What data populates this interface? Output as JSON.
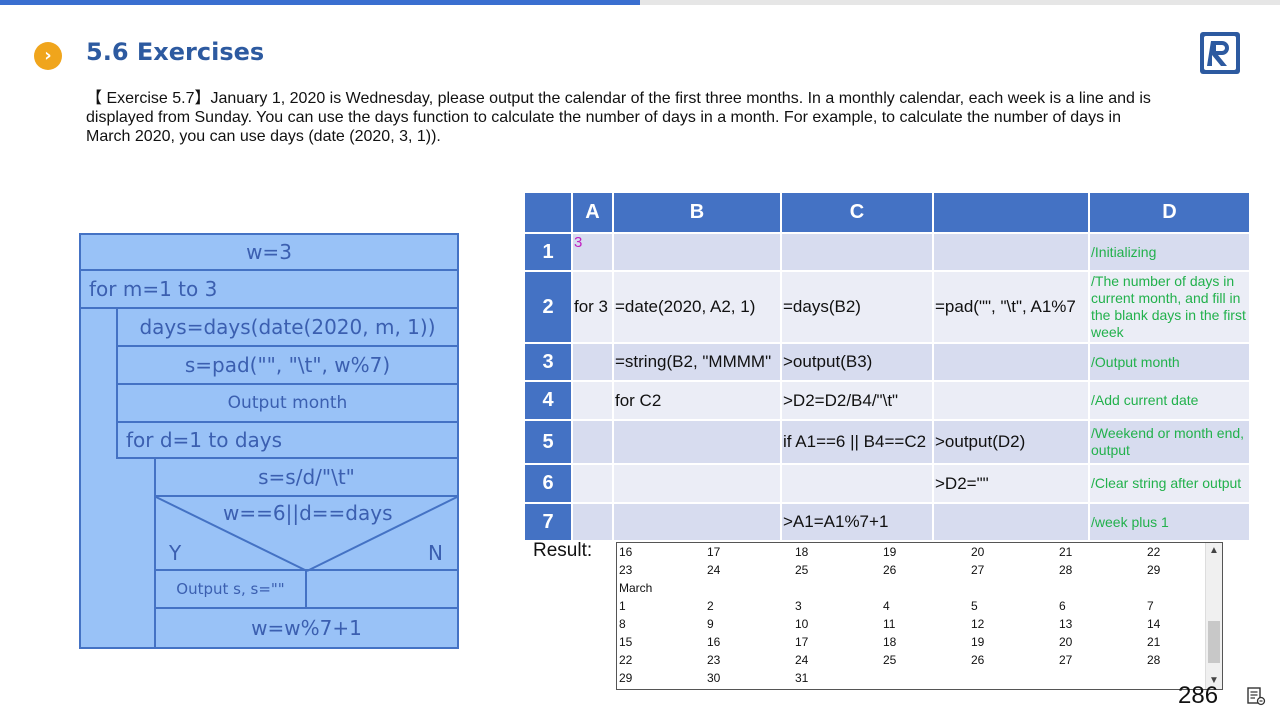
{
  "header": {
    "title": "5.6 Exercises",
    "progress_fraction": 0.5,
    "chevron": "›",
    "accent_color": "#f0a51c",
    "logo_letter": "R"
  },
  "intro": "【 Exercise 5.7】January 1, 2020 is Wednesday, please output the calendar of the first three months. In a monthly calendar, each week is a line and is displayed from Sunday. You can use the days function to calculate the number of days in a month. For example, to calculate the number of days in March 2020, you can use days (date (2020,  3, 1)).",
  "flowchart": {
    "w_init": "w=3",
    "for_m": "for m=1 to 3",
    "days": "days=days(date(2020,  m, 1))",
    "pad": "s=pad(\"\", \"\\t\", w%7)",
    "output_month": "Output month",
    "for_d": "for d=1 to days",
    "s_append": "s=s/d/\"\\t\"",
    "condition": "w==6||d==days",
    "yes": "Y",
    "no": "N",
    "output_s": "Output s, s=\"\"",
    "w_next": "w=w%7+1"
  },
  "sheet": {
    "columns": [
      "A",
      "B",
      "C",
      "",
      "D"
    ],
    "rows": [
      {
        "n": "1",
        "A": "3",
        "B": "",
        "C": "",
        "X": "",
        "D": "/Initializing"
      },
      {
        "n": "2",
        "A": "for 3",
        "B": "=date(2020, A2, 1)",
        "C": "=days(B2)",
        "X": "=pad(\"\", \"\\t\", A1%7",
        "D": "/The number of days in current month, and fill in the blank days in the first week"
      },
      {
        "n": "3",
        "A": "",
        "B": "=string(B2, \"MMMM\"",
        "C": ">output(B3)",
        "X": "",
        "D": "/Output month"
      },
      {
        "n": "4",
        "A": "",
        "B": "for C2",
        "C": ">D2=D2/B4/\"\\t\"",
        "X": "",
        "D": "/Add current date"
      },
      {
        "n": "5",
        "A": "",
        "B": "",
        "C": "if A1==6 || B4==C2",
        "X": ">output(D2)",
        "D": "/Weekend or month end, output"
      },
      {
        "n": "6",
        "A": "",
        "B": "",
        "C": "",
        "X": ">D2=\"\"",
        "D": "/Clear string after output"
      },
      {
        "n": "7",
        "A": "",
        "B": "",
        "C": ">A1=A1%7+1",
        "X": "",
        "D": "/week plus 1"
      }
    ]
  },
  "result": {
    "label": "Result:",
    "lines": [
      [
        "16",
        "17",
        "18",
        "19",
        "20",
        "21",
        "22"
      ],
      [
        "23",
        "24",
        "25",
        "26",
        "27",
        "28",
        "29"
      ],
      [
        "March"
      ],
      [
        "1",
        "2",
        "3",
        "4",
        "5",
        "6",
        "7"
      ],
      [
        "8",
        "9",
        "10",
        "11",
        "12",
        "13",
        "14"
      ],
      [
        "15",
        "16",
        "17",
        "18",
        "19",
        "20",
        "21"
      ],
      [
        "22",
        "23",
        "24",
        "25",
        "26",
        "27",
        "28"
      ],
      [
        "29",
        "30",
        "31"
      ]
    ],
    "scroll_up": "▲",
    "scroll_down": "▼"
  },
  "footer": {
    "page_number": "286"
  }
}
